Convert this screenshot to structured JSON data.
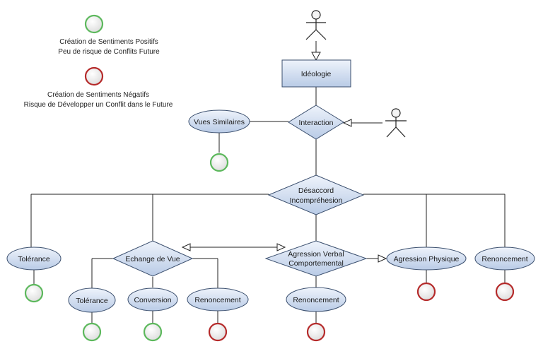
{
  "legend": {
    "positive": {
      "line1": "Création de Sentiments Positifs",
      "line2": "Peu de risque de Conflits Future",
      "color": "#5cb85c"
    },
    "negative": {
      "line1": "Création de Sentiments Négatifs",
      "line2": "Risque de Développer un Conflit dans le Future",
      "color": "#b52a2a"
    }
  },
  "nodes": {
    "ideologie": "Idéologie",
    "interaction": "Interaction",
    "vues_similaires": "Vues Similaires",
    "desaccord_line1": "Désaccord",
    "desaccord_line2": "Incompréhesion",
    "tolerance_left": "Tolérance",
    "echange": "Echange de Vue",
    "agression_verbal_line1": "Agression Verbal",
    "agression_verbal_line2": "Comportemental",
    "agression_physique": "Agression Physique",
    "renoncement_right": "Renoncement",
    "tolerance_sub": "Tolérance",
    "conversion": "Conversion",
    "renoncement_sub": "Renoncement",
    "renoncement_agr": "Renoncement"
  },
  "colors": {
    "node_fill_top": "#eef3fb",
    "node_fill_bottom": "#b9cbe6",
    "node_stroke": "#3b4f6e",
    "positive": "#5cb85c",
    "negative": "#b52a2a",
    "outcome_fill": "#f2f2f2"
  }
}
